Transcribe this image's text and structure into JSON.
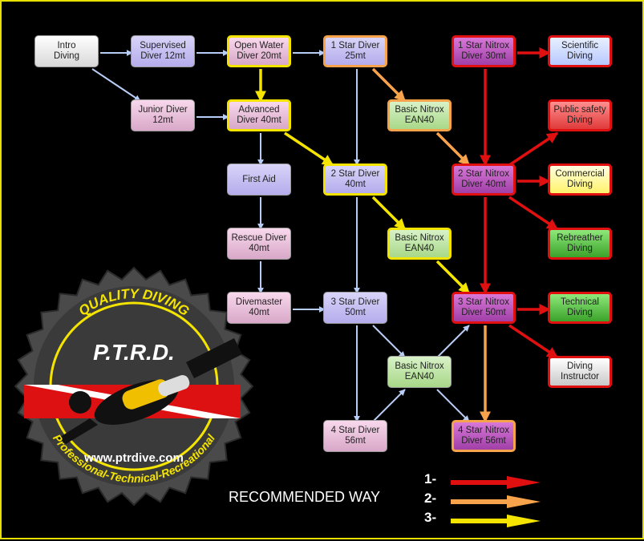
{
  "nodes": [
    {
      "id": "intro",
      "text": "Intro\nDiving",
      "fill": "white",
      "border": "none"
    },
    {
      "id": "supervised",
      "text": "Supervised\nDiver 12mt",
      "fill": "lav",
      "border": "none"
    },
    {
      "id": "openwater",
      "text": "Open Water\nDiver 20mt",
      "fill": "pink",
      "border": "yellow"
    },
    {
      "id": "star1",
      "text": "1 Star Diver\n25mt",
      "fill": "lav",
      "border": "orange"
    },
    {
      "id": "junior",
      "text": "Junior Diver\n12mt",
      "fill": "pink",
      "border": "none"
    },
    {
      "id": "advanced",
      "text": "Advanced\nDiver 40mt",
      "fill": "pink",
      "border": "yellow"
    },
    {
      "id": "nitrox1",
      "text": "Basic Nitrox\nEAN40",
      "fill": "green",
      "border": "orange"
    },
    {
      "id": "firstaid",
      "text": "First Aid",
      "fill": "lav",
      "border": "none"
    },
    {
      "id": "star2",
      "text": "2 Star Diver\n40mt",
      "fill": "lav",
      "border": "yellow"
    },
    {
      "id": "rescue",
      "text": "Rescue Diver\n40mt",
      "fill": "pink",
      "border": "none"
    },
    {
      "id": "nitrox2",
      "text": "Basic Nitrox\nEAN40",
      "fill": "green",
      "border": "yellow"
    },
    {
      "id": "divemaster",
      "text": "Divemaster\n40mt",
      "fill": "pink",
      "border": "none"
    },
    {
      "id": "star3",
      "text": "3 Star Diver\n50mt",
      "fill": "lav",
      "border": "none"
    },
    {
      "id": "nitrox3",
      "text": "Basic Nitrox\nEAN40",
      "fill": "green",
      "border": "none"
    },
    {
      "id": "star4",
      "text": "4 Star Diver\n56mt",
      "fill": "pink",
      "border": "none"
    },
    {
      "id": "sn1",
      "text": "1 Star Nitrox\nDiver 30mt",
      "fill": "purple",
      "border": "red"
    },
    {
      "id": "sn2",
      "text": "2 Star Nitrox\nDiver 40mt",
      "fill": "purple",
      "border": "red"
    },
    {
      "id": "sn3",
      "text": "3 Star Nitrox\nDiver 50mt",
      "fill": "purple",
      "border": "red"
    },
    {
      "id": "sn4",
      "text": "4 Star Nitrox\nDiver 56mt",
      "fill": "purple",
      "border": "orange"
    },
    {
      "id": "scientific",
      "text": "Scientific\nDiving",
      "fill": "blue",
      "border": "red"
    },
    {
      "id": "publicsafety",
      "text": "Public safety\nDiving",
      "fill": "red",
      "border": "red"
    },
    {
      "id": "commercial",
      "text": "Commercial\nDiving",
      "fill": "yellow",
      "border": "red"
    },
    {
      "id": "rebreather",
      "text": "Rebreather\nDiving",
      "fill": "dgreen",
      "border": "red"
    },
    {
      "id": "technical",
      "text": "Technical\nDiving",
      "fill": "dgreen",
      "border": "red"
    },
    {
      "id": "instructor",
      "text": "Diving\nInstructor",
      "fill": "grey",
      "border": "red"
    }
  ],
  "edges": [
    {
      "from": "intro",
      "to": "supervised",
      "kind": "blue"
    },
    {
      "from": "intro",
      "to": "junior",
      "kind": "blue"
    },
    {
      "from": "supervised",
      "to": "openwater",
      "kind": "blue"
    },
    {
      "from": "junior",
      "to": "advanced",
      "kind": "blue"
    },
    {
      "from": "openwater",
      "to": "star1",
      "kind": "blue"
    },
    {
      "from": "openwater",
      "to": "advanced",
      "kind": "yellow"
    },
    {
      "from": "star1",
      "to": "star2",
      "kind": "blue"
    },
    {
      "from": "star1",
      "to": "nitrox1",
      "kind": "orange"
    },
    {
      "from": "advanced",
      "to": "firstaid",
      "kind": "blue"
    },
    {
      "from": "advanced",
      "to": "star2",
      "kind": "yellow"
    },
    {
      "from": "firstaid",
      "to": "rescue",
      "kind": "blue"
    },
    {
      "from": "rescue",
      "to": "divemaster",
      "kind": "blue"
    },
    {
      "from": "divemaster",
      "to": "star3",
      "kind": "blue"
    },
    {
      "from": "star2",
      "to": "star3",
      "kind": "blue"
    },
    {
      "from": "star2",
      "to": "nitrox2",
      "kind": "yellow"
    },
    {
      "from": "nitrox1",
      "to": "sn2",
      "kind": "orange"
    },
    {
      "from": "nitrox2",
      "to": "sn3",
      "kind": "yellow"
    },
    {
      "from": "star3",
      "to": "star4",
      "kind": "blue"
    },
    {
      "from": "star3",
      "to": "nitrox3",
      "kind": "blue"
    },
    {
      "from": "star4",
      "to": "nitrox3",
      "kind": "blue"
    },
    {
      "from": "nitrox3",
      "to": "sn3",
      "kind": "blue"
    },
    {
      "from": "nitrox3",
      "to": "sn4",
      "kind": "blue"
    },
    {
      "from": "sn1",
      "to": "scientific",
      "kind": "red"
    },
    {
      "from": "sn1",
      "to": "sn2",
      "kind": "red"
    },
    {
      "from": "sn2",
      "to": "publicsafety",
      "kind": "red"
    },
    {
      "from": "sn2",
      "to": "commercial",
      "kind": "red"
    },
    {
      "from": "sn2",
      "to": "rebreather",
      "kind": "red"
    },
    {
      "from": "sn2",
      "to": "sn3",
      "kind": "red"
    },
    {
      "from": "sn3",
      "to": "technical",
      "kind": "red"
    },
    {
      "from": "sn3",
      "to": "instructor",
      "kind": "red"
    },
    {
      "from": "sn3",
      "to": "sn4",
      "kind": "orange"
    }
  ],
  "colors": {
    "blue": "#b8cdf5",
    "yellow": "#f5e400",
    "orange": "#f7a34b",
    "red": "#e01010",
    "frame": "#e8e000"
  },
  "recommended_label": "RECOMMENDED WAY",
  "legend": [
    {
      "label": "1-",
      "kind": "red"
    },
    {
      "label": "2-",
      "kind": "orange"
    },
    {
      "label": "3-",
      "kind": "yellow"
    }
  ],
  "logo": {
    "top_text": "QUALITY DIVING",
    "name": "P.T.R.D.",
    "url": "www.ptrdive.com",
    "bottom_text": "Professional-Technical-Recreational"
  }
}
